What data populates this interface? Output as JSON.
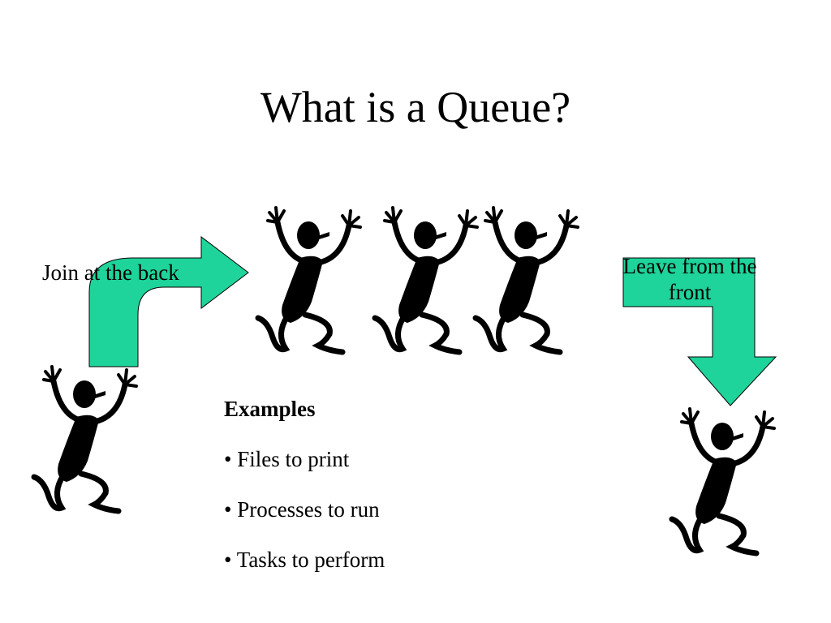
{
  "slide": {
    "title": "What is a Queue?",
    "join_label": "Join at the back",
    "leave_label": "Leave from the front",
    "examples": {
      "heading": "Examples",
      "items": [
        "• Files to print",
        "• Processes to run",
        "• Tasks to perform"
      ]
    }
  },
  "colors": {
    "arrow_fill": "#1ed49a",
    "figure_fill": "#000000",
    "background": "#ffffff"
  },
  "icons": {
    "figure": "dancing-person-icon",
    "join_arrow": "curved-arrow-right-icon",
    "leave_arrow": "bent-arrow-down-icon"
  }
}
